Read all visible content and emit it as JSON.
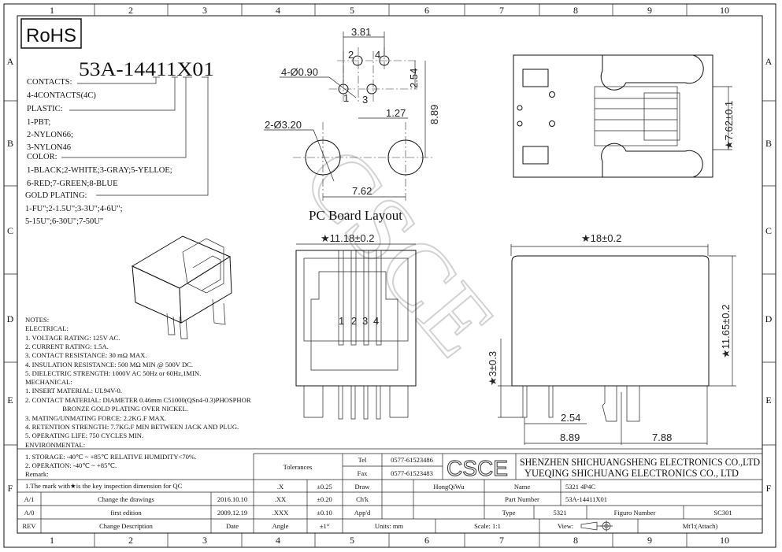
{
  "frame": {
    "columns": [
      "1",
      "2",
      "3",
      "4",
      "5",
      "6",
      "7",
      "8",
      "9",
      "10"
    ],
    "rows": [
      "A",
      "B",
      "C",
      "D",
      "E",
      "F"
    ]
  },
  "rohs": "RoHS",
  "part_code": {
    "number": "53A-14411X01",
    "lines": [
      "CONTACTS:",
      "4-4CONTACTS(4C)",
      "PLASTIC:",
      "1-PBT;",
      "2-NYLON66;",
      "3-NYLON46",
      "COLOR:",
      "1-BLACK;2-WHITE;3-GRAY;5-YELLOE;",
      "6-RED;7-GREEN;8-BLUE",
      "GOLD PLATING:",
      "1-FU\";2-1.5U\";3-3U\";4-6U\";",
      "5-15U\";6-30U\";7-50U\""
    ]
  },
  "notes": [
    "NOTES:",
    "ELECTRICAL:",
    "1.  VOLTAGE RATING: 125V AC.",
    "2.  CURRENT RATING: 1.5A.",
    "3.  CONTACT RESISTANCE: 30 mΩ  MAX.",
    "4.  INSULATION RESISTANCE: 500 MΩ  MIN @ 500V DC.",
    "5.  DIELECTRIC STRENGTH: 1000V AC 50Hz or 60Hz,1MIN.",
    "MECHANICAL:",
    "1.  INSERT MATERIAL: UL94V-0.",
    "2.  CONTACT MATERIAL: DIAMETER 0.46mm C51000(QSn4-0.3)PHOSPHOR",
    "                      BRONZE GOLD PLATING OVER NICKEL.",
    "3.  MATING/UNMATING FORCE: 2.2KG.F MAX.",
    "4.  RETENTION STRENGTH: 7.7KG.F MIN BETWEEN JACK AND PLUG.",
    "5.  OPERATING LIFE: 750 CYCLES MIN.",
    "ENVIRONMENTAL:",
    "1.  STORAGE: -40℃  ~  +85℃ RELATIVE HUMIDITY<70%.",
    "2.  OPERATION: -40℃  ~  +85℃.",
    "Remark:",
    "1.The mark with★is the key inspection dimension for QC"
  ],
  "pcb": {
    "title": "PC Board Layout",
    "dims": {
      "d381": "3.81",
      "hole": "4-Ø0.90",
      "d254": "2.54",
      "d889": "8.89",
      "d127": "1.27",
      "peg": "2-Ø3.20",
      "d762": "7.62"
    },
    "pins": [
      "1",
      "2",
      "3",
      "4"
    ]
  },
  "top_view": {
    "dim": "★7.62±0.1"
  },
  "front_view": {
    "width": "★11.18±0.2",
    "pins": [
      "1",
      "2",
      "3",
      "4"
    ]
  },
  "side_view": {
    "width": "★18±0.2",
    "height": "★11.65±0.2",
    "pin_len": "★3±0.3",
    "d254": "2.54",
    "d889": "8.89",
    "d788": "7.88"
  },
  "watermark": "CSCE",
  "title_block": {
    "tolerances": "Tolerances",
    "tol_rows": [
      {
        "k": ".X",
        "v": "±0.25"
      },
      {
        "k": ".XX",
        "v": "±0.20"
      },
      {
        "k": ".XXX",
        "v": "±0.10"
      },
      {
        "k": "Angle",
        "v": "±1°"
      }
    ],
    "tel_label": "Tel",
    "tel": "0577-61523486",
    "fax_label": "Fax",
    "fax": "0577-61523483",
    "logo": "CSCE",
    "company1": "SHENZHEN SHICHUANGSHENG ELECTRONICS CO.,LTD",
    "company2": "YUEQING SHICHUANG ELECTRONICS CO., LTD",
    "draw_label": "Draw",
    "draw": "HongQiWu",
    "chk_label": "Ch'k",
    "appd_label": "App'd",
    "name_label": "Name",
    "name": "5321 4P4C",
    "pn_label": "Part Number",
    "pn": "53A-14411X01",
    "type_label": "Type",
    "type": "5321",
    "fig_label": "Figuro Number",
    "fig": "SC301",
    "units": "Units: mm",
    "scale": "Scale: 1:1",
    "view": "View:",
    "mtl": "Mt'l:(Attach)",
    "revisions": [
      {
        "rev": "A/1",
        "desc": "Change the drawings",
        "date": "2016.10.10"
      },
      {
        "rev": "A/0",
        "desc": "first edition",
        "date": "2009.12.19"
      }
    ],
    "rev_header": {
      "rev": "REV",
      "desc": "Change Description",
      "date": "Date"
    }
  }
}
